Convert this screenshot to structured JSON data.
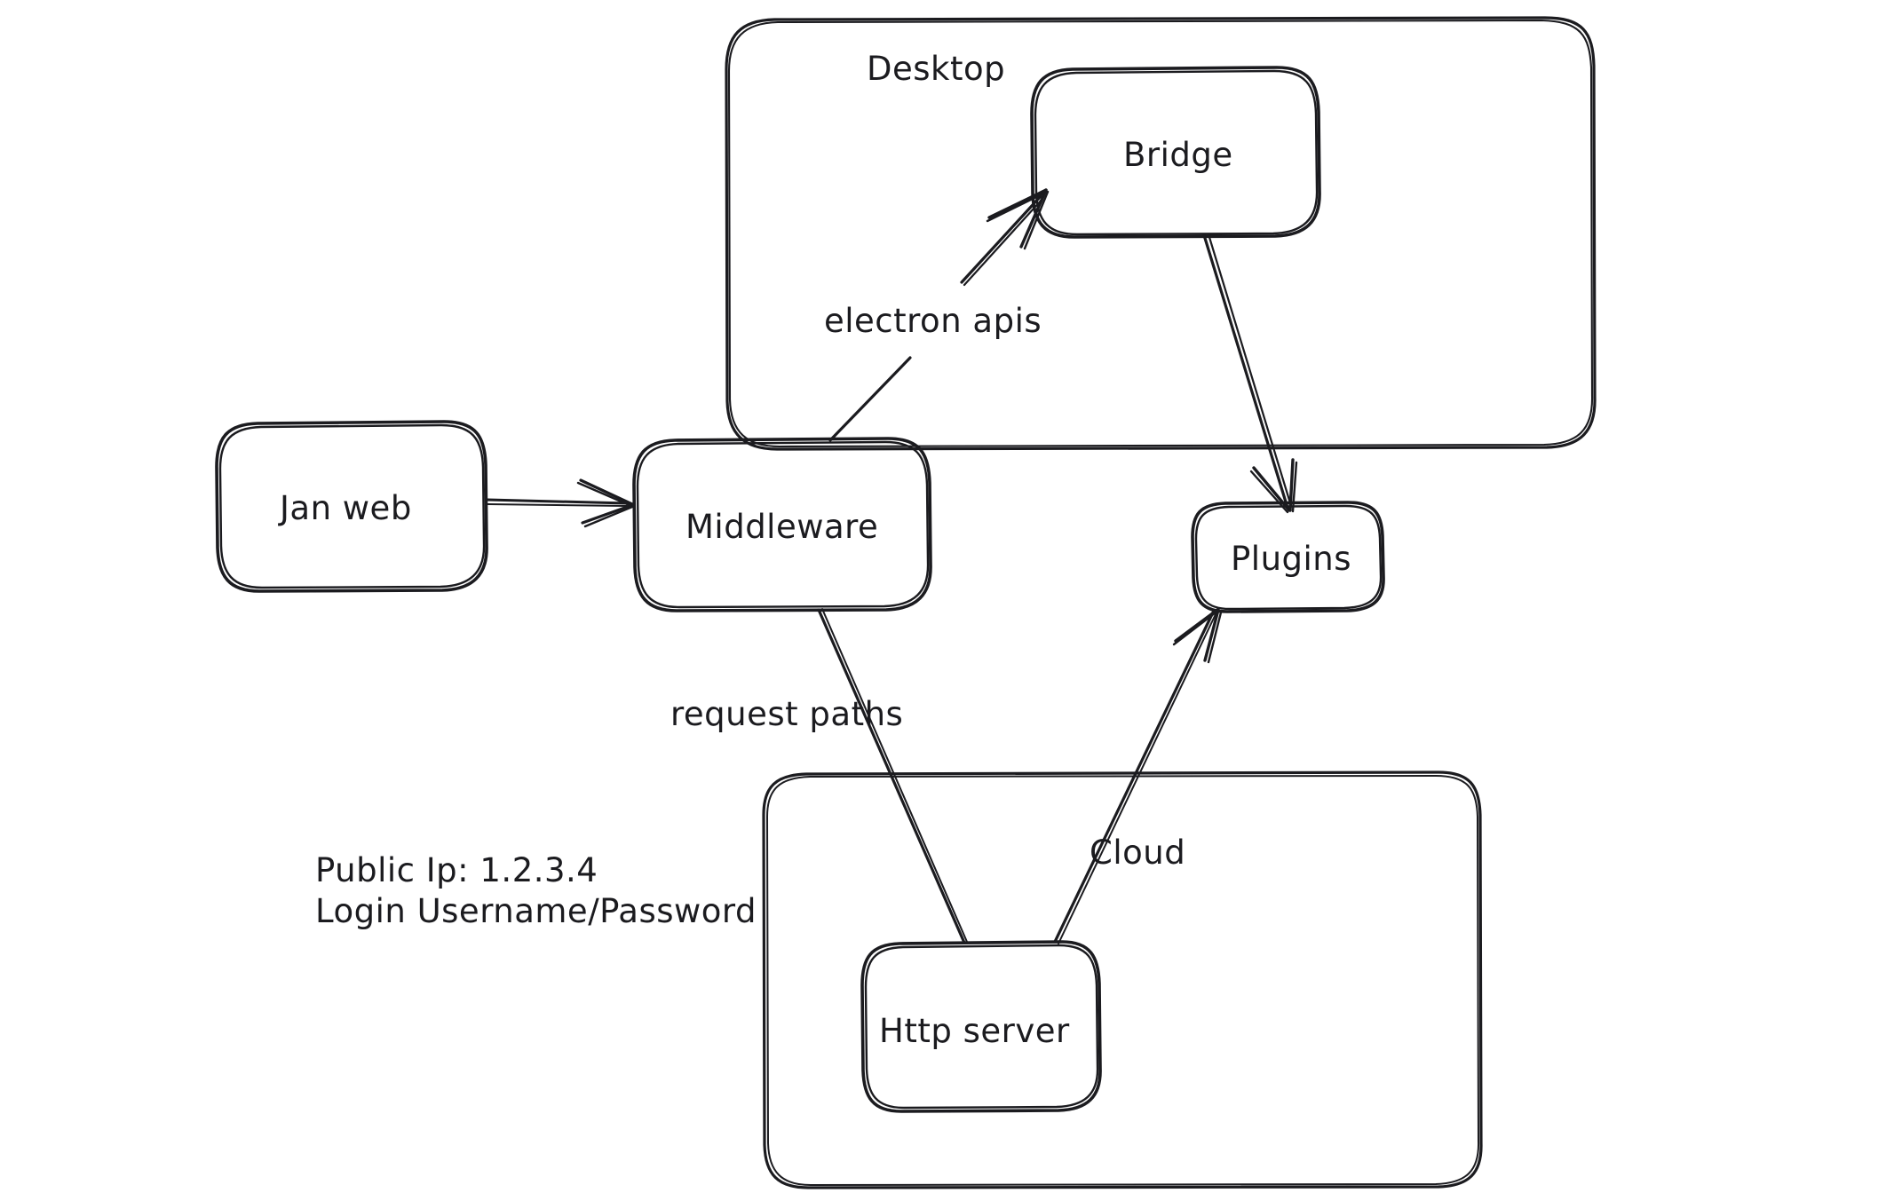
{
  "diagram": {
    "type": "architecture-flow",
    "style": "hand-drawn-sketch",
    "background_color": "#ffffff",
    "stroke_color": "#1b1b1f",
    "text_color": "#1b1b1f",
    "groups": [
      {
        "id": "desktop",
        "label": "Desktop",
        "contains": [
          "bridge"
        ]
      },
      {
        "id": "cloud-container",
        "label": "",
        "contains": [
          "http-server"
        ]
      }
    ],
    "nodes": [
      {
        "id": "jan-web",
        "label": "Jan web"
      },
      {
        "id": "middleware",
        "label": "Middleware"
      },
      {
        "id": "bridge",
        "label": "Bridge"
      },
      {
        "id": "plugins",
        "label": "Plugins"
      },
      {
        "id": "http-server",
        "label": "Http server"
      }
    ],
    "edges": [
      {
        "id": "e1",
        "from": "jan-web",
        "to": "middleware",
        "label": "",
        "arrow": true
      },
      {
        "id": "e2",
        "from": "middleware",
        "to": "bridge",
        "label": "electron apis",
        "arrow": true
      },
      {
        "id": "e3",
        "from": "bridge",
        "to": "plugins",
        "label": "",
        "arrow": true
      },
      {
        "id": "e4",
        "from": "middleware",
        "to": "http-server",
        "label": "request paths",
        "arrow": false
      },
      {
        "id": "e5",
        "from": "http-server",
        "to": "plugins",
        "label": "Cloud",
        "arrow": true
      }
    ],
    "notes": [
      {
        "id": "public-ip-note",
        "lines": [
          "Public Ip: 1.2.3.4",
          "Login Username/Password"
        ]
      }
    ]
  }
}
